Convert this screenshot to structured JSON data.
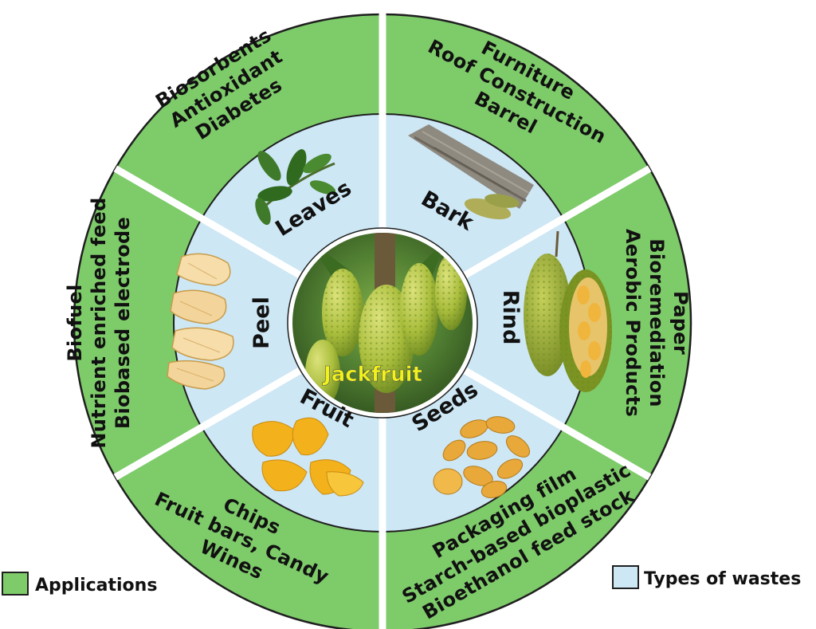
{
  "center": {
    "label": "Jackfruit"
  },
  "sectors": [
    {
      "id": "leaves",
      "waste": "Leaves",
      "icon": "leaves-photo",
      "applications": [
        "Biosorbents",
        "Antioxidant",
        "Diabetes"
      ]
    },
    {
      "id": "bark",
      "waste": "Bark",
      "icon": "bark-photo",
      "applications": [
        "Furniture",
        "Roof Construction",
        "Barrel"
      ]
    },
    {
      "id": "rind",
      "waste": "Rind",
      "icon": "rind-photo",
      "applications": [
        "Paper",
        "Bioremediation",
        "Aerobic Products"
      ]
    },
    {
      "id": "seeds",
      "waste": "Seeds",
      "icon": "seeds-photo",
      "applications": [
        "Packaging film",
        "Starch-based bioplastic",
        "Bioethanol feed stock"
      ]
    },
    {
      "id": "fruit",
      "waste": "Fruit",
      "icon": "fruit-photo",
      "applications": [
        "Chips",
        "Fruit bars, Candy",
        "Wines"
      ]
    },
    {
      "id": "peel",
      "waste": "Peel",
      "icon": "peel-photo",
      "applications": [
        "Biofuel",
        "Nutrient enriched feed",
        "Biobased electrode"
      ]
    }
  ],
  "legend": {
    "applications": {
      "label": "Applications",
      "color": "#7ecb6a"
    },
    "wastes": {
      "label": "Types of wastes",
      "color": "#cde7f5"
    }
  },
  "colors": {
    "ring_green": "#7ecb6a",
    "ring_blue": "#cde7f5",
    "outline": "#1f1f1f",
    "divider": "#ffffff"
  }
}
